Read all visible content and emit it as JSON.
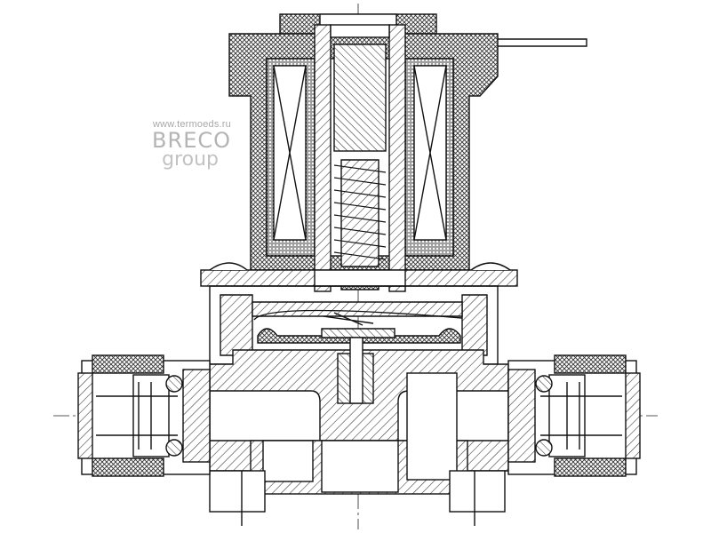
{
  "watermark": {
    "url": "www.termoeds.ru",
    "brand": "BRECO",
    "sub": "group"
  },
  "colors": {
    "line": "#111111",
    "hatch": "#333333",
    "watermark": "#b5b5b5"
  }
}
